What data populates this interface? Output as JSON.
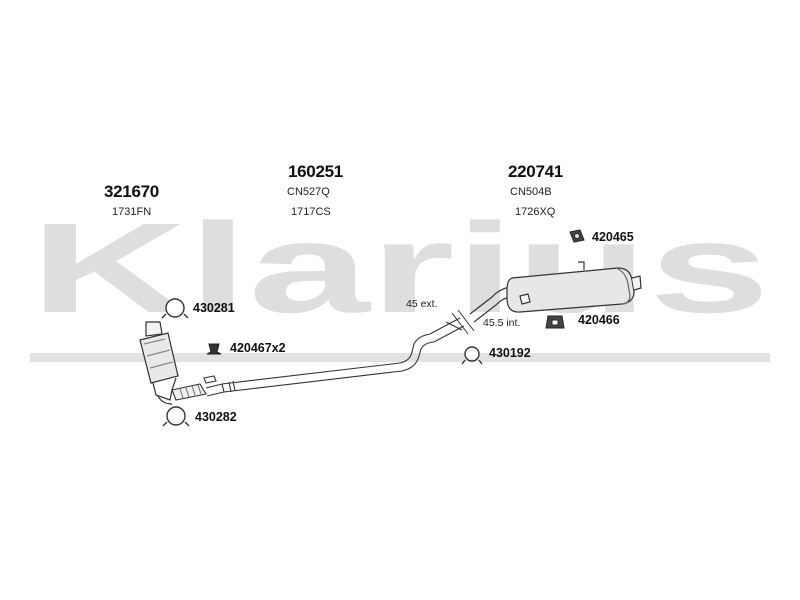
{
  "watermark": {
    "text": "Klarius",
    "color": "#dcdcdc"
  },
  "assemblies": [
    {
      "code": "321670",
      "sub": [
        "1731FN"
      ]
    },
    {
      "code": "160251",
      "sub": [
        "CN527Q",
        "1717CS"
      ]
    },
    {
      "code": "220741",
      "sub": [
        "CN504B",
        "1726XQ"
      ]
    }
  ],
  "parts": [
    {
      "label": "430281",
      "icon": "clamp-icon"
    },
    {
      "label": "420467x2",
      "icon": "rubber-mount-icon"
    },
    {
      "label": "430282",
      "icon": "clamp-icon"
    },
    {
      "label": "420465",
      "icon": "hanger-icon"
    },
    {
      "label": "420466",
      "icon": "rubber-mount-icon"
    },
    {
      "label": "430192",
      "icon": "clamp-icon"
    }
  ],
  "dimensions": {
    "ext": "45 ext.",
    "int": "45.5 int."
  }
}
